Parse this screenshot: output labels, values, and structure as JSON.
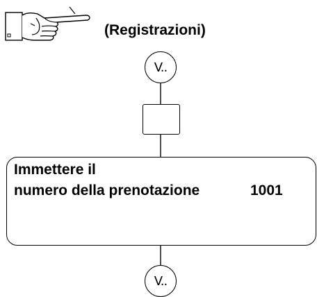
{
  "heading": "(Registrazioni)",
  "icon": "pointing-hand-icon",
  "circle_top_label": "V..",
  "circle_bottom_label": "V..",
  "display": {
    "line1": "Immettere il",
    "line2": "numero della prenotazione",
    "value": "1001"
  }
}
